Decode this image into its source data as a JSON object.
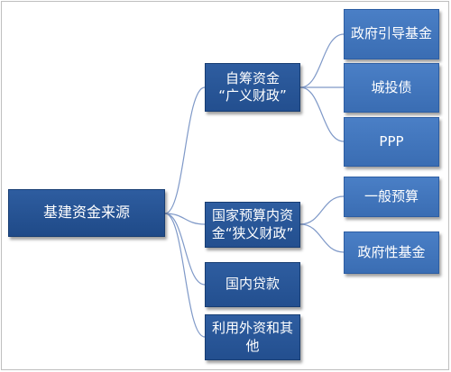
{
  "diagram": {
    "root": {
      "label": "基建资金来源"
    },
    "mid": [
      {
        "label": "自筹资金\n“广义财政”"
      },
      {
        "label": "国家预算内资\n金“狭义财政”"
      },
      {
        "label": "国内贷款"
      },
      {
        "label": "利用外资和其\n他"
      }
    ],
    "leaves": [
      {
        "label": "政府引导基金"
      },
      {
        "label": "城投债"
      },
      {
        "label": "PPP"
      },
      {
        "label": "一般预算"
      },
      {
        "label": "政府性基金"
      }
    ]
  },
  "colors": {
    "node_fill": "#2f5e9f",
    "leaf_fill": "#3f73bb",
    "connector": "#7f99c8",
    "frame": "#bfbfbf"
  }
}
